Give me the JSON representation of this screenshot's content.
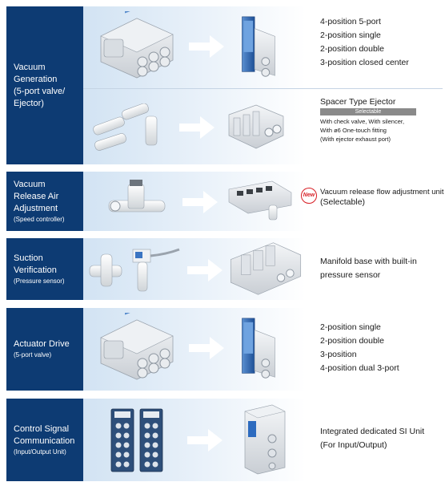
{
  "sections": [
    {
      "label_main": [
        "Vacuum",
        "Generation",
        "(5-port valve/",
        "Ejector)"
      ],
      "label_sub": [],
      "rows": [
        {
          "lines": [
            "4-position 5-port",
            "2-position single",
            "2-position double",
            "3-position closed center"
          ]
        },
        {
          "title": "Spacer Type Ejector",
          "badge": "Selectable",
          "small_lines": [
            "With check valve, With silencer,",
            "With ø6 One-touch fitting",
            "(With ejector exhaust port)"
          ]
        }
      ]
    },
    {
      "label_main": [
        "Vacuum",
        "Release Air",
        "Adjustment"
      ],
      "label_sub": [
        "(Speed controller)"
      ],
      "rows": [
        {
          "new_badge": "New",
          "lines": [
            "Vacuum release flow adjustment unit",
            "(Selectable)"
          ]
        }
      ]
    },
    {
      "label_main": [
        "Suction",
        "Verification"
      ],
      "label_sub": [
        "(Pressure sensor)"
      ],
      "rows": [
        {
          "lines": [
            "Manifold base with built-in",
            "pressure sensor"
          ]
        }
      ]
    },
    {
      "label_main": [
        "Actuator Drive"
      ],
      "label_sub": [
        "(5-port valve)"
      ],
      "rows": [
        {
          "lines": [
            "2-position single",
            "2-position double",
            "3-position",
            "4-position dual 3-port"
          ]
        }
      ]
    },
    {
      "label_main": [
        "Control Signal",
        "Communication"
      ],
      "label_sub": [
        "(Input/Output Unit)"
      ],
      "rows": [
        {
          "lines": [
            "Integrated dedicated SI Unit",
            "(For Input/Output)"
          ]
        }
      ]
    }
  ],
  "colors": {
    "label_bg": "#0d3b73",
    "arrow": "#ffffff",
    "new_badge": "#d71d24"
  }
}
